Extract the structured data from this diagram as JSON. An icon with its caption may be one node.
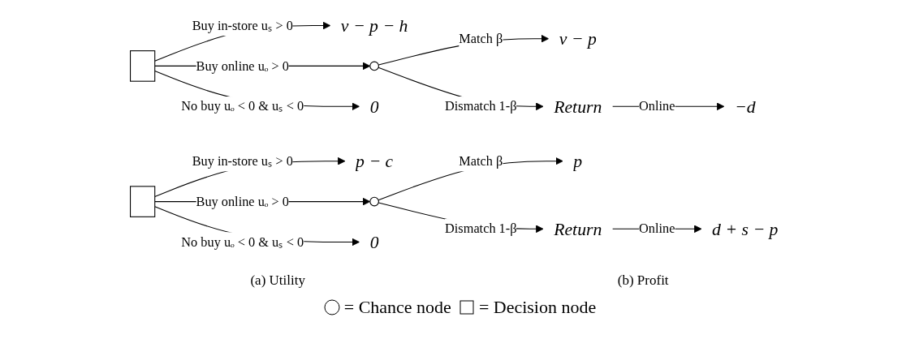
{
  "diagram": {
    "nodes": [
      {
        "text": [],
        "shape": "box"
      },
      {
        "text": [
          "v − p − h"
        ]
      },
      {
        "text": [],
        "shape": "circle"
      },
      {
        "text": [
          "v − p"
        ]
      },
      {
        "text": [
          "Return"
        ]
      },
      {
        "text": [
          "−d"
        ]
      },
      {
        "text": [
          "0"
        ]
      },
      {
        "text": [],
        "shape": "box"
      },
      {
        "text": [
          "p − c"
        ]
      },
      {
        "text": [],
        "shape": "circle"
      },
      {
        "text": [
          "p"
        ]
      },
      {
        "text": [
          "Return"
        ]
      },
      {
        "text": [
          "d + s − p"
        ]
      },
      {
        "text": [
          "0"
        ]
      }
    ],
    "edges": [
      {
        "from": 0,
        "to": 1,
        "arrow": "to",
        "label": "Buy in-store uₛ > 0"
      },
      {
        "from": 0,
        "to": 2,
        "arrow": "to",
        "label": "Buy online uₒ > 0"
      },
      {
        "from": 0,
        "to": 6,
        "arrow": "to",
        "label": "No buy uₒ < 0 & uₛ < 0"
      },
      {
        "from": 2,
        "to": 3,
        "arrow": "to",
        "label": "Match β"
      },
      {
        "from": 2,
        "to": 4,
        "arrow": "to",
        "label": "Dismatch 1-β"
      },
      {
        "from": 4,
        "to": 5,
        "arrow": "to",
        "label": "Online"
      },
      {
        "from": 7,
        "to": 8,
        "arrow": "to",
        "label": "Buy in-store uₛ > 0"
      },
      {
        "from": 7,
        "to": 9,
        "arrow": "to",
        "label": "Buy online uₒ > 0"
      },
      {
        "from": 7,
        "to": 13,
        "arrow": "to",
        "label": "No buy uₒ < 0 & uₛ < 0"
      },
      {
        "from": 9,
        "to": 10,
        "arrow": "to",
        "label": "Match β"
      },
      {
        "from": 9,
        "to": 11,
        "arrow": "to",
        "label": "Dismatch 1-β"
      },
      {
        "from": 11,
        "to": 12,
        "arrow": "to",
        "label": "Online"
      }
    ],
    "labels": [
      "(a) Utility",
      "(b) Profit"
    ],
    "legend": [
      {
        "text": "= Chance node"
      },
      {
        "text": "= Decision node"
      }
    ]
  }
}
